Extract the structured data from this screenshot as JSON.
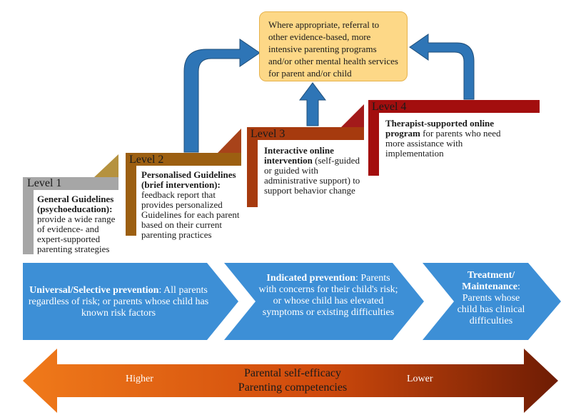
{
  "colors": {
    "level1": "#a6a6a6",
    "level2": "#9c5f11",
    "level3": "#a63a0e",
    "level4": "#a30e0e",
    "referral_fill": "#fdd887",
    "up_arrow": "#2e75b6",
    "chevron": "#3d8fd6",
    "bottom_arrow_start": "#f07a1a",
    "bottom_arrow_end": "#6e1c04"
  },
  "referral": {
    "text": "Where appropriate, referral to other evidence-based, more intensive parenting programs and/or other mental health services for parent and/or child"
  },
  "levels": [
    {
      "title": "Level 1",
      "bold": "General Guidelines (psychoeducation):",
      "text": " provide a wide range of evidence- and expert-supported parenting strategies"
    },
    {
      "title": "Level 2",
      "bold": "Personalised Guidelines (brief intervention):",
      "text": " feedback report that provides personalized Guidelines for each parent based on their current parenting practices"
    },
    {
      "title": "Level 3",
      "bold": "Interactive online intervention",
      "text": " (self-guided or guided with administrative support) to support behavior change"
    },
    {
      "title": "Level 4",
      "bold": "Therapist-supported online program",
      "text": " for parents who need more assistance with implementation"
    }
  ],
  "chevrons": [
    {
      "bold": "Universal/Selective prevention",
      "text": ": All parents regardless of risk; or parents whose child has known risk factors"
    },
    {
      "bold": "Indicated prevention",
      "text": ": Parents with concerns for their child's risk; or whose child has elevated symptoms or existing difficulties"
    },
    {
      "bold": "Treatment/ Maintenance",
      "text": ": Parents whose child has clinical difficulties"
    }
  ],
  "bottom_arrow": {
    "left_label": "Higher",
    "right_label": "Lower",
    "line1": "Parental self-efficacy",
    "line2": "Parenting competencies"
  }
}
